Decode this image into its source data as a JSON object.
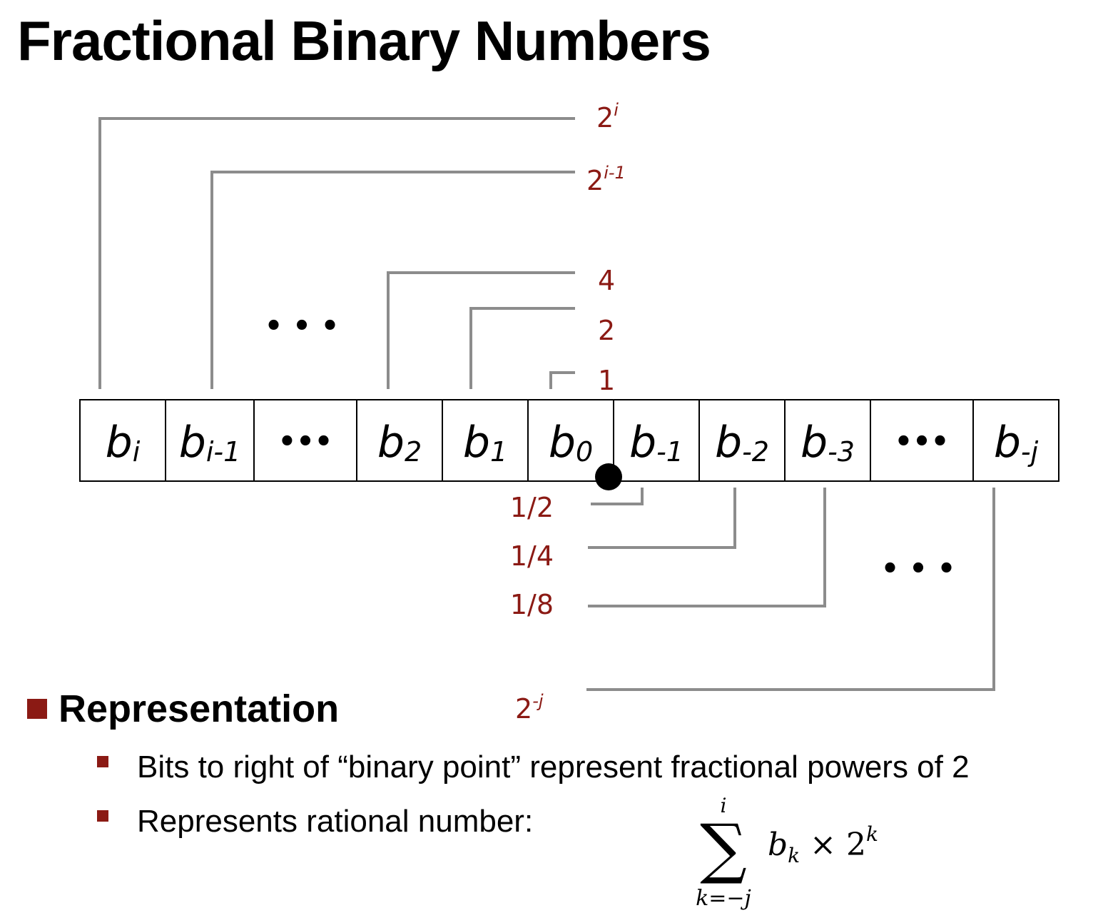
{
  "title": "Fractional Binary Numbers",
  "bits": [
    {
      "base": "b",
      "sub": "i"
    },
    {
      "base": "b",
      "sub": "i-1"
    },
    {
      "ellipsis": "•••"
    },
    {
      "base": "b",
      "sub": "2"
    },
    {
      "base": "b",
      "sub": "1"
    },
    {
      "base": "b",
      "sub": "0"
    },
    {
      "base": "b",
      "sub": "-1"
    },
    {
      "base": "b",
      "sub": "-2"
    },
    {
      "base": "b",
      "sub": "-3"
    },
    {
      "ellipsis": "•••"
    },
    {
      "base": "b",
      "sub": "-j"
    }
  ],
  "weights_upper": [
    {
      "base": "2",
      "sup": "i"
    },
    {
      "base": "2",
      "sup": "i-1"
    },
    {
      "base": "4"
    },
    {
      "base": "2"
    },
    {
      "base": "1"
    }
  ],
  "weights_lower": [
    {
      "base": "1/2"
    },
    {
      "base": "1/4"
    },
    {
      "base": "1/8"
    },
    {
      "base": "2",
      "sup": "-j"
    }
  ],
  "ellipsis_upper": "• • •",
  "ellipsis_lower": "• • •",
  "section": {
    "heading": "Representation",
    "bullets": [
      "Bits to right of “binary point” represent fractional powers of 2",
      "Represents rational number:"
    ]
  },
  "formula": {
    "upper_limit": "i",
    "sigma": "∑",
    "lower_limit": "k=−j",
    "term_b": "b",
    "term_sub": "k",
    "times": "×",
    "term_base": "2",
    "term_sup": "k"
  },
  "colors": {
    "accent": "#8b1a14",
    "connector": "#8c8c8c",
    "text": "#000000"
  }
}
